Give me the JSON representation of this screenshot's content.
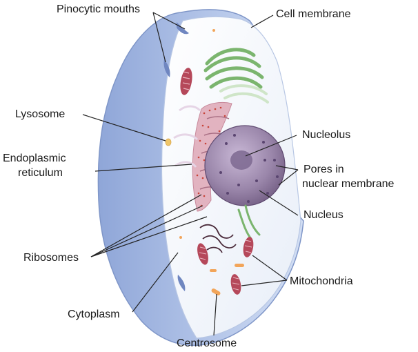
{
  "labels": {
    "pinocytic_mouths": "Pinocytic mouths",
    "cell_membrane": "Cell membrane",
    "lysosome": "Lysosome",
    "endoplasmic_line1": "Endoplasmic",
    "endoplasmic_line2": "reticulum",
    "nucleolus": "Nucleolus",
    "pores_line1": "Pores in",
    "pores_line2": "nuclear membrane",
    "nucleus": "Nucleus",
    "ribosomes": "Ribosomes",
    "mitochondria": "Mitochondria",
    "cytoplasm": "Cytoplasm",
    "centrosome": "Centrosome"
  },
  "colors": {
    "membrane": "#a9bfe6",
    "cytoplasm": "#f4f7fc",
    "nucleus": "#9a86aa",
    "golgi": "#7bb56e",
    "mitochondria": "#b5485a",
    "er": "#d9a8b6",
    "ribosome": "#c8443a"
  }
}
